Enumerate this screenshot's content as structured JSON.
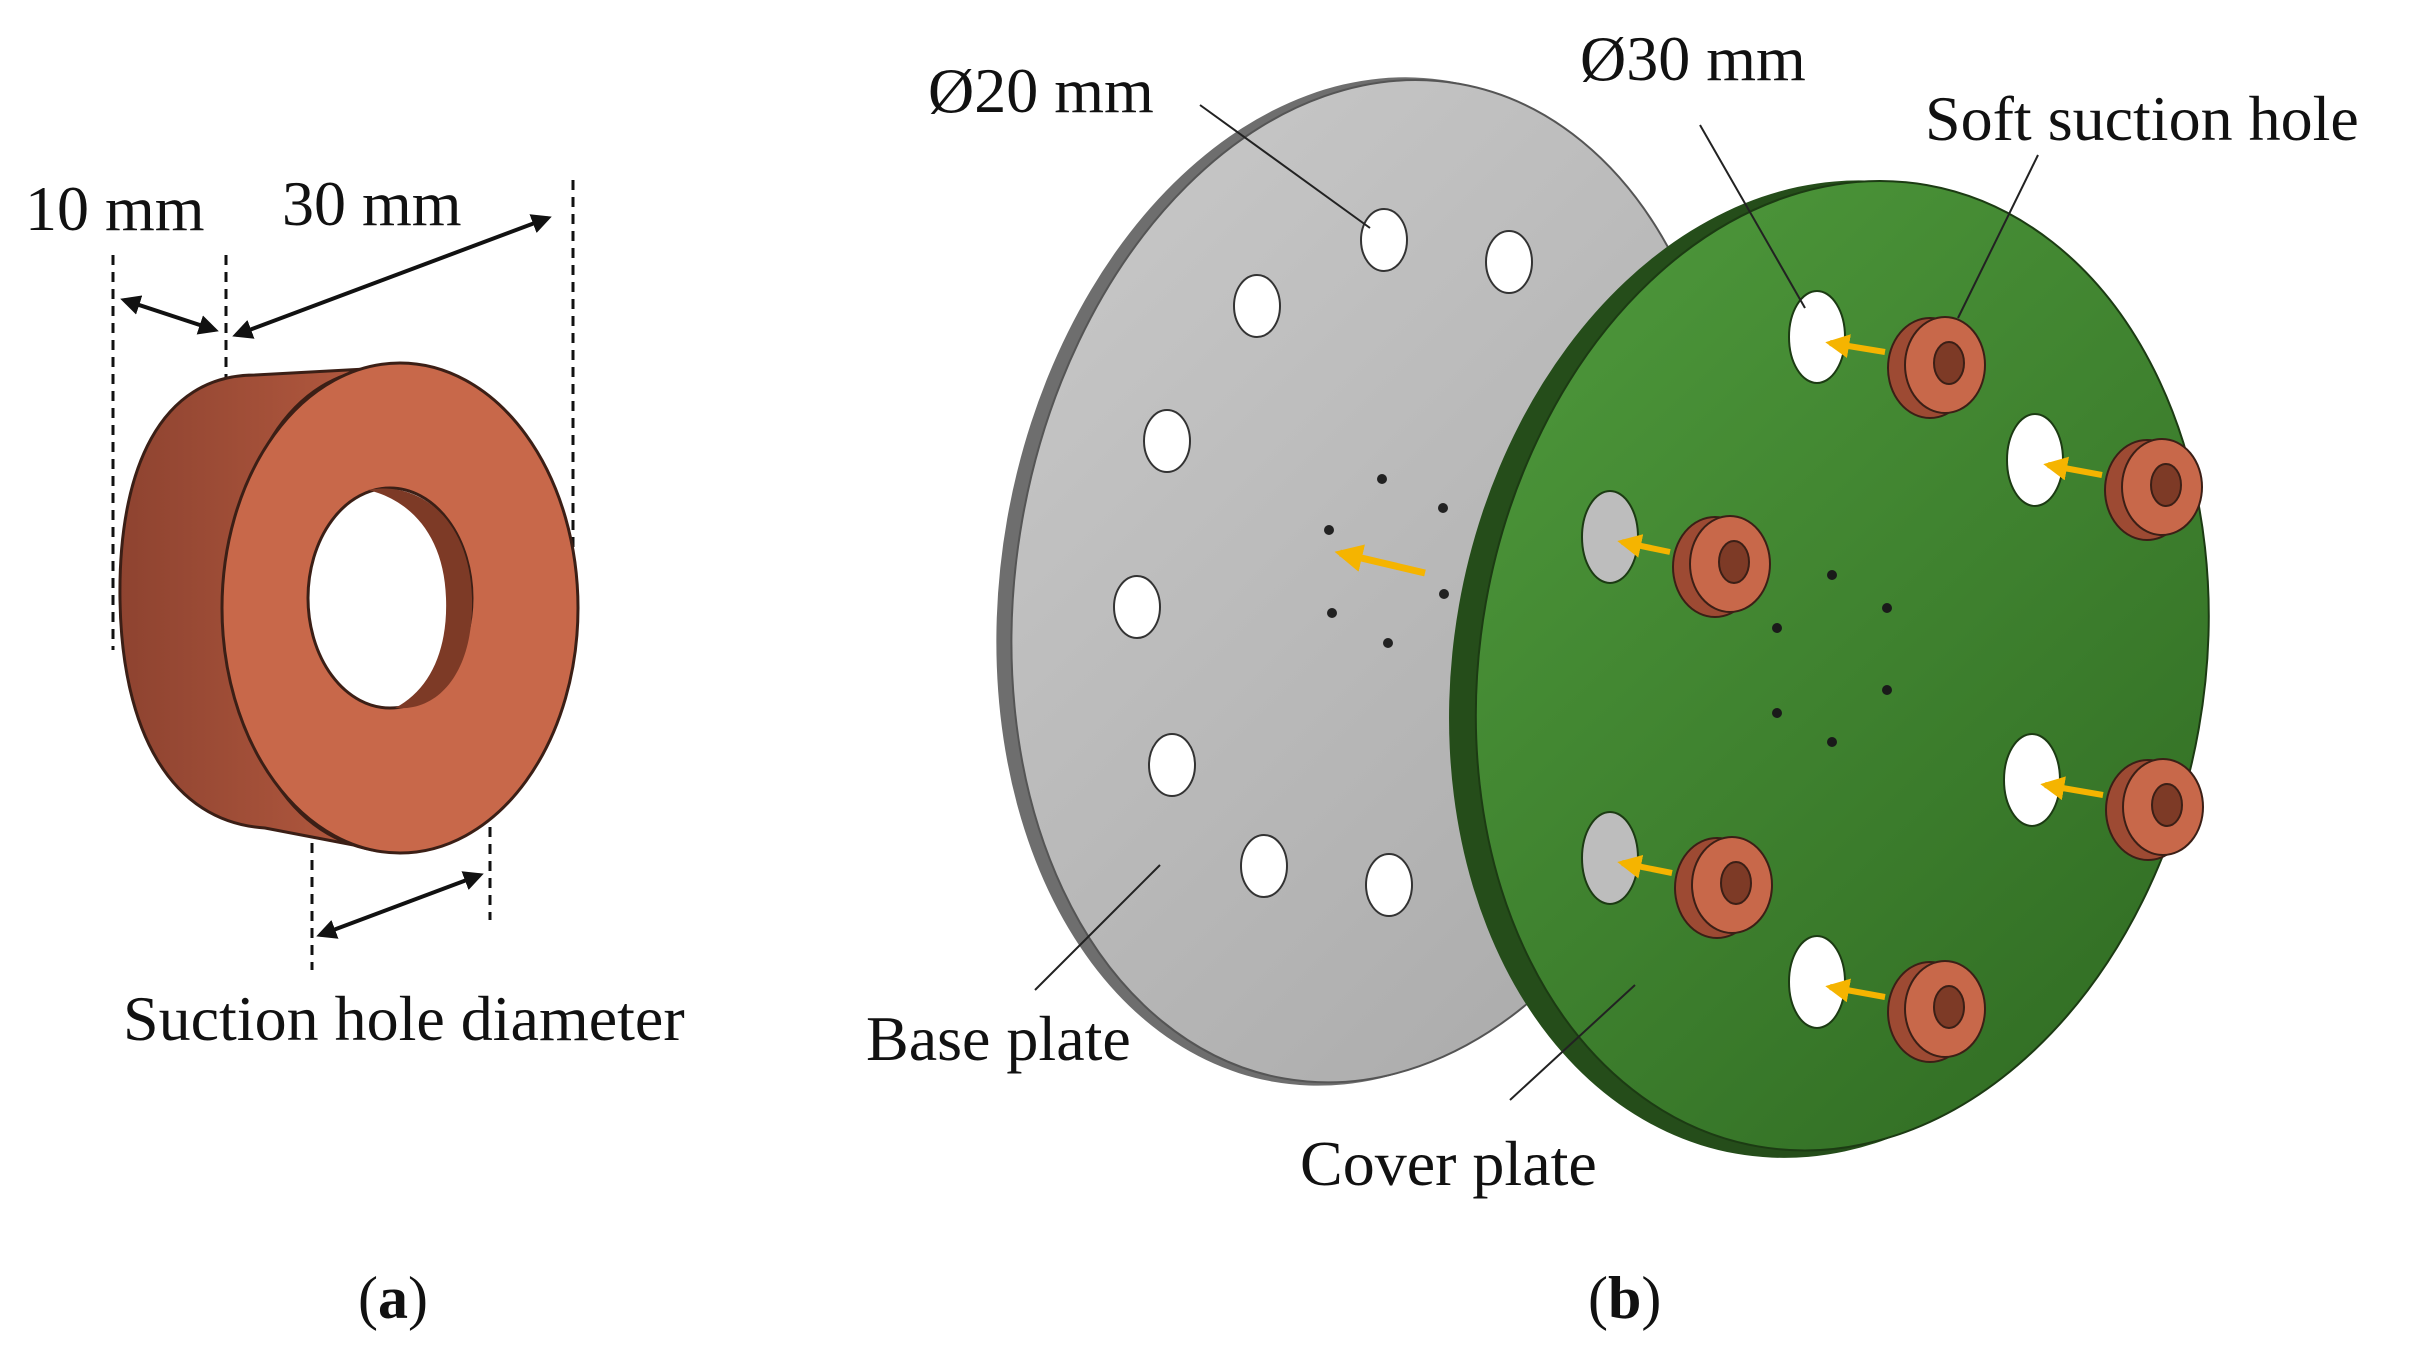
{
  "panel_a": {
    "label_open": "(",
    "label_letter": "a",
    "label_close": ")",
    "dim_thickness": "10 mm",
    "dim_width": "30 mm",
    "dim_hole": "Suction hole diameter"
  },
  "panel_b": {
    "label_open": "(",
    "label_letter": "b",
    "label_close": ")",
    "base_hole_dim": "Ø20 mm",
    "cover_hole_dim": "Ø30 mm",
    "soft_hole": "Soft suction hole",
    "base_plate": "Base plate",
    "cover_plate": "Cover plate"
  },
  "colors": {
    "ring_face": "#c8684a",
    "ring_side": "#9d4a33",
    "ring_inner": "#7d3a26",
    "base_plate": "#bdbdbd",
    "base_plate_edge": "#7a7a7a",
    "cover_plate": "#3f7d2e",
    "cover_plate_edge": "#254d1a",
    "arrow": "#f5b400"
  },
  "icons": {
    "dimension_arrow": "double-headed-arrow",
    "insert_arrow": "yellow-arrow"
  }
}
